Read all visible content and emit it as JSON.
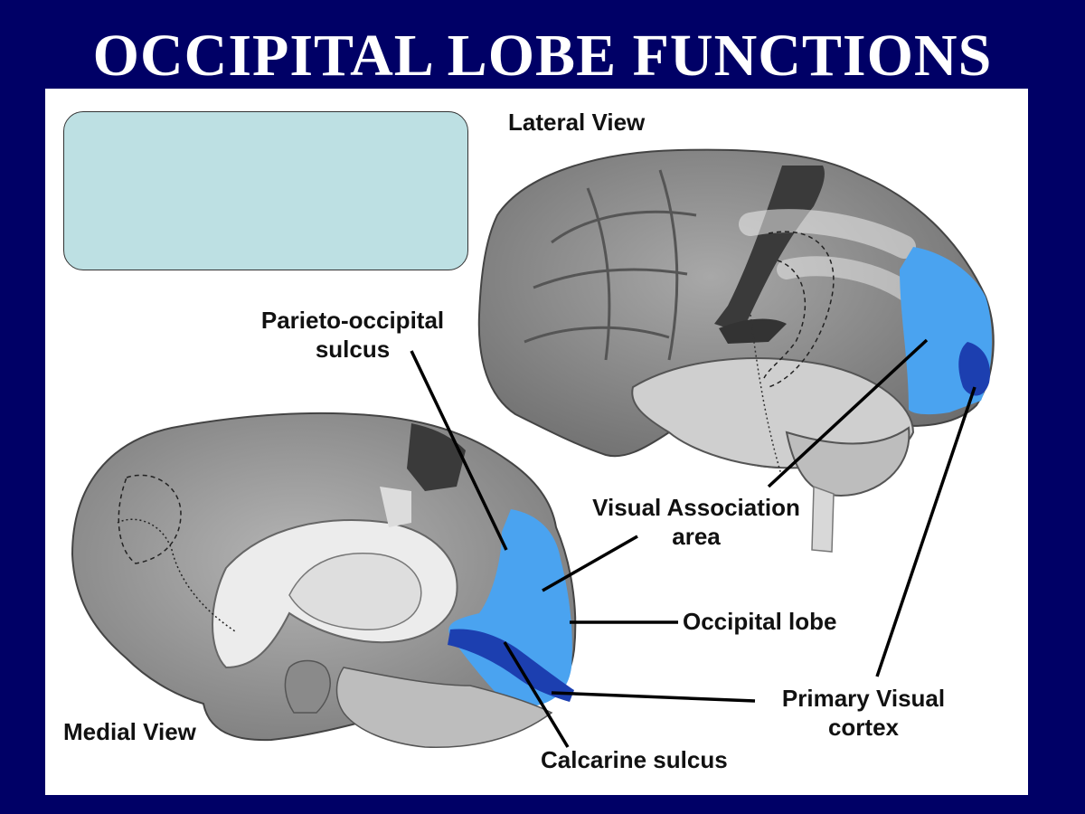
{
  "slide": {
    "title": "OCCIPITAL LOBE FUNCTIONS"
  },
  "colors": {
    "background": "#000066",
    "occipital_blue": "#4aa3f0",
    "primary_visual_dark_blue": "#1c3fb0",
    "note_box": "#bde0e3"
  },
  "labels": {
    "lateral_view": "Lateral View",
    "medial_view": "Medial View",
    "parieto_occipital": {
      "line1": "Parieto-occipital",
      "line2": "sulcus"
    },
    "visual_association": {
      "line1": "Visual Association",
      "line2": "area"
    },
    "occipital_lobe": "Occipital lobe",
    "primary_visual": {
      "line1": "Primary Visual",
      "line2": "cortex"
    },
    "calcarine_sulcus": "Calcarine sulcus"
  }
}
